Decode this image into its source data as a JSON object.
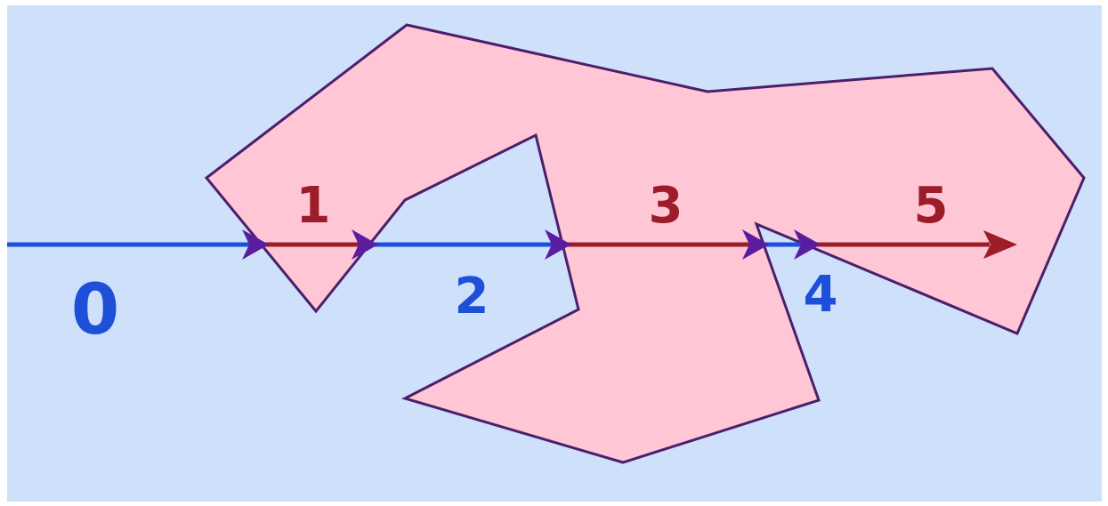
{
  "colors": {
    "background": "#cfe0fb",
    "polygon_fill": "#ffc6d6",
    "polygon_stroke": "#4a1f6b",
    "outside": "#1d4fd8",
    "inside": "#9c1c2a",
    "crossing_arrow": "#5b1da0"
  },
  "segments": [
    {
      "label": "0",
      "state": "outside"
    },
    {
      "label": "1",
      "state": "inside"
    },
    {
      "label": "2",
      "state": "outside"
    },
    {
      "label": "3",
      "state": "inside"
    },
    {
      "label": "4",
      "state": "outside"
    },
    {
      "label": "5",
      "state": "inside"
    }
  ]
}
